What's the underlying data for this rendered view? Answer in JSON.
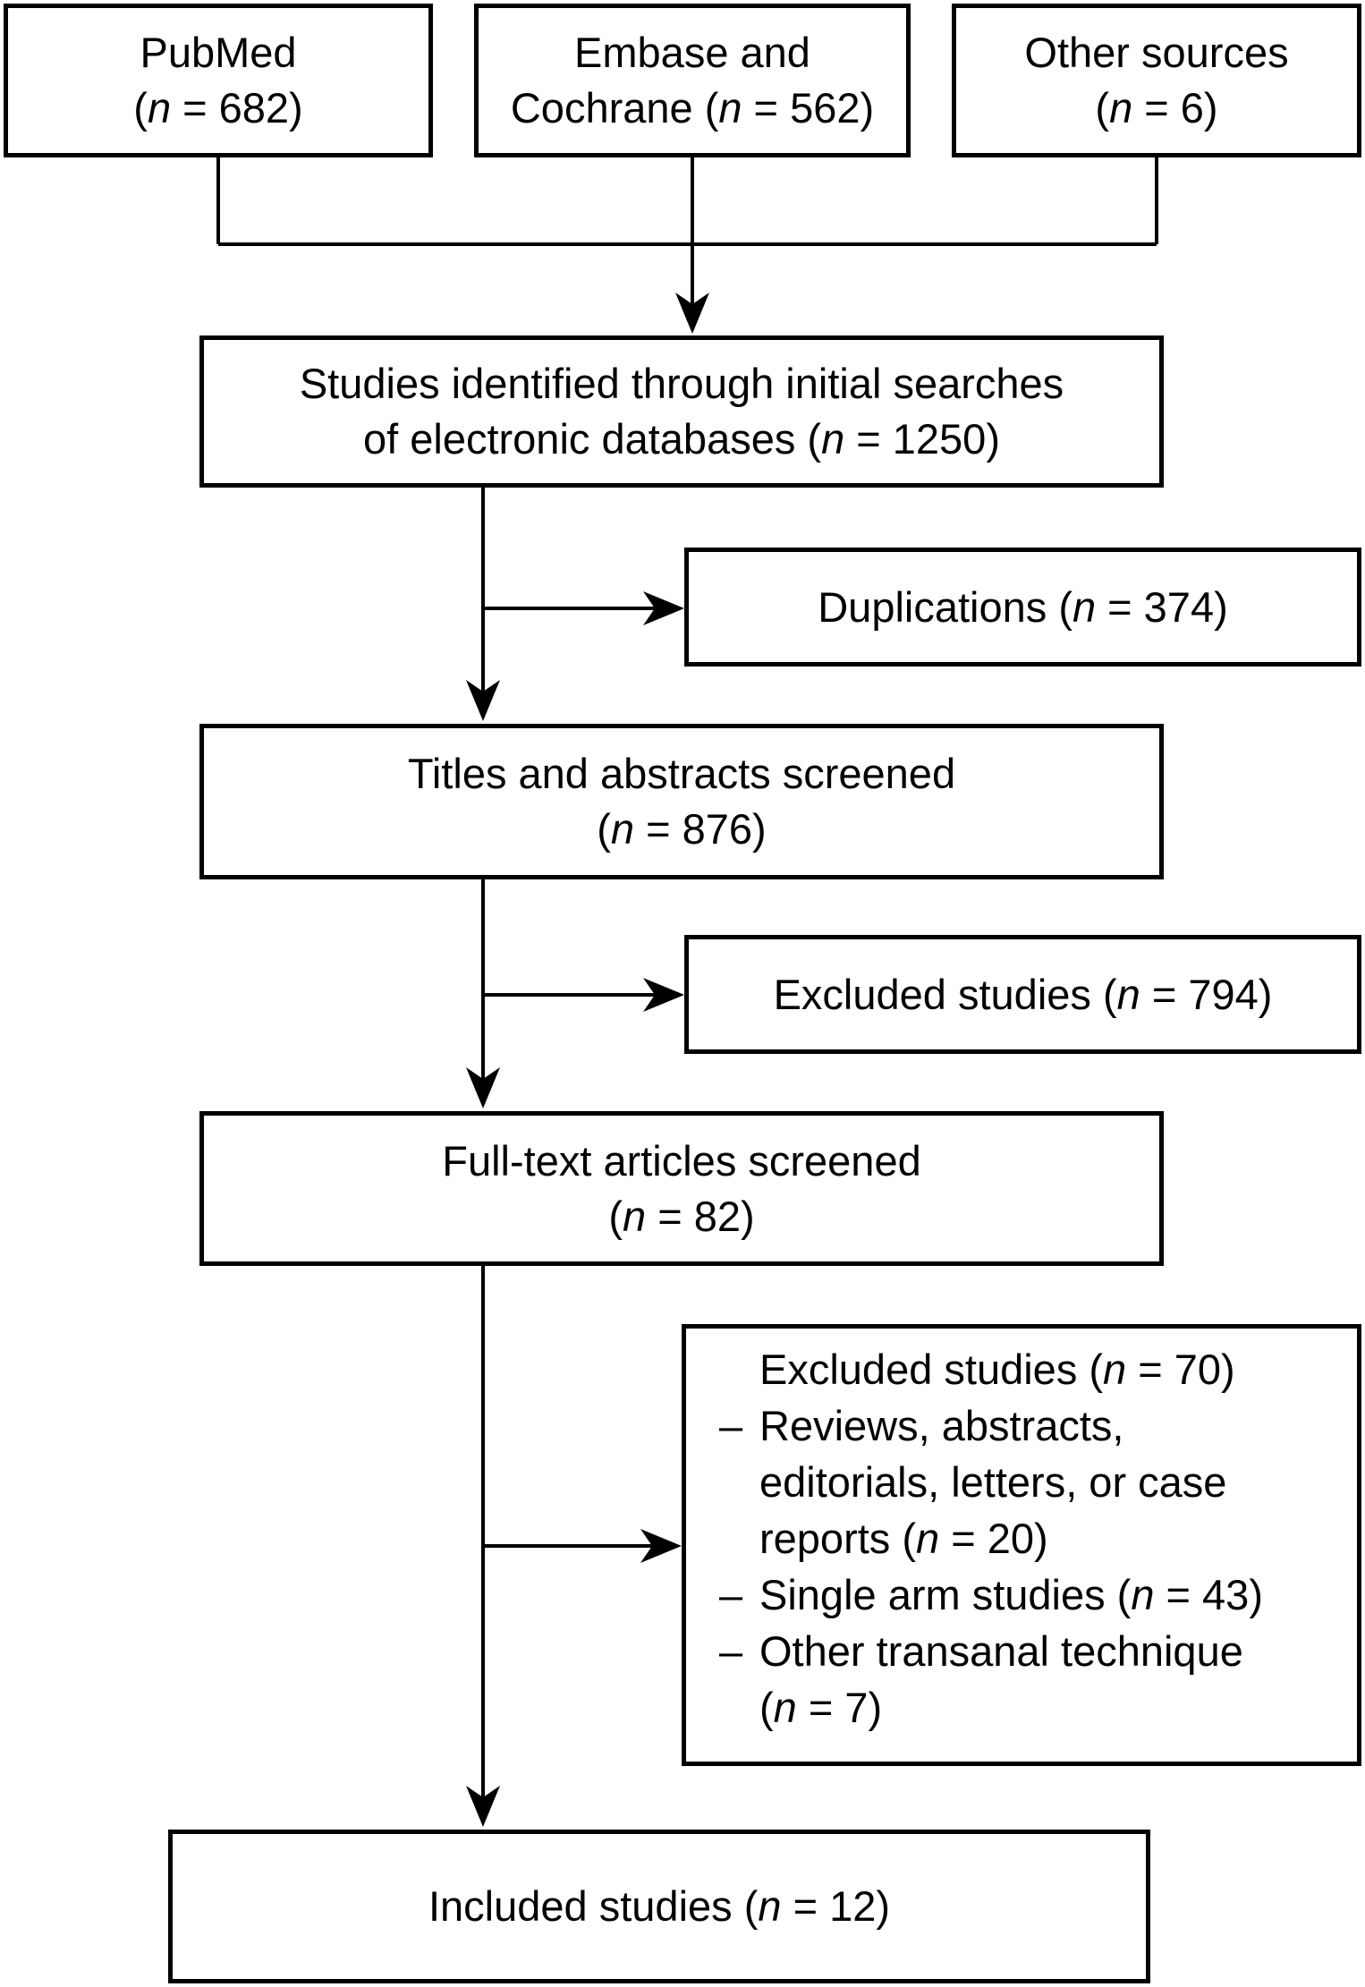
{
  "colors": {
    "line": "#000000",
    "background": "#ffffff",
    "text": "#000000"
  },
  "diagram": {
    "sources": [
      {
        "label": "PubMed\n(n = 682)"
      },
      {
        "label": "Embase and\nCochrane (n = 562)"
      },
      {
        "label": "Other sources\n(n = 6)"
      }
    ],
    "identified": "Studies identified through initial searches\nof electronic databases (n = 1250)",
    "duplications": "Duplications (n = 374)",
    "titles_screened": "Titles and abstracts screened\n(n = 876)",
    "excluded_abstracts": "Excluded studies (n = 794)",
    "fulltext_screened": "Full-text articles screened\n(n = 82)",
    "exclusion_detail": {
      "heading": "Excluded studies (n = 70)",
      "bullet": "–",
      "items": [
        "Reviews, abstracts,\neditorials, letters, or case\nreports (n = 20)",
        "Single arm studies (n = 43)",
        "Other transanal technique\n(n = 7)"
      ]
    },
    "included": "Included studies (n = 12)"
  }
}
